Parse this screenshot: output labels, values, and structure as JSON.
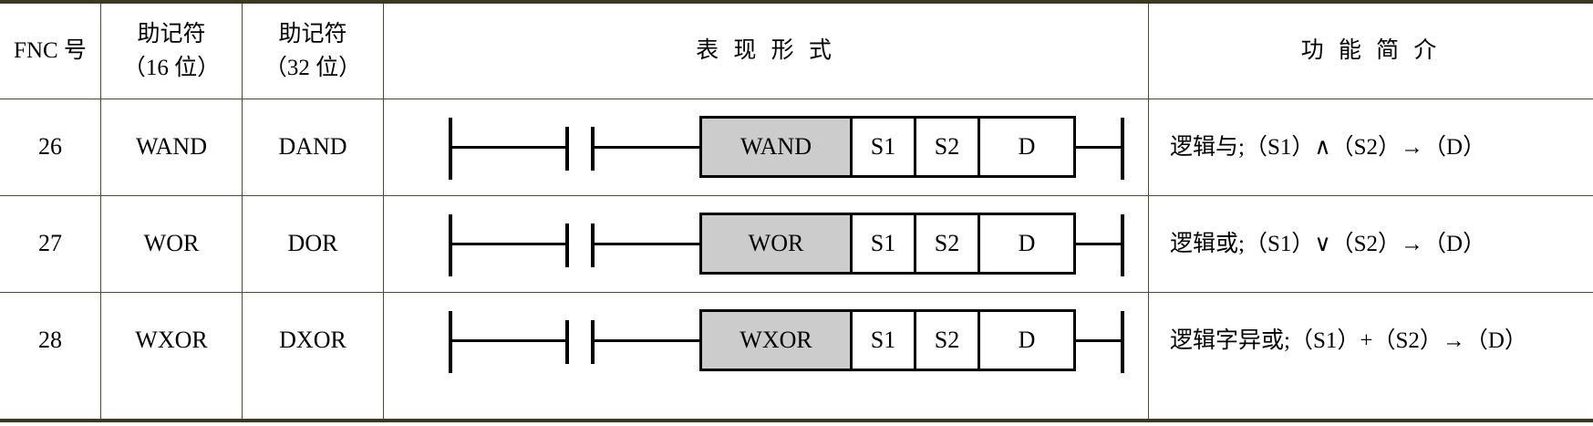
{
  "table": {
    "headers": {
      "fnc": "FNC 号",
      "mnemonic16_line1": "助记符",
      "mnemonic16_line2": "（16 位）",
      "mnemonic32_line1": "助记符",
      "mnemonic32_line2": "（32 位）",
      "representation": "表 现 形 式",
      "function": "功 能 简 介"
    },
    "rows": [
      {
        "fnc": "26",
        "mnemonic16": "WAND",
        "mnemonic32": "DAND",
        "ladder": {
          "operand_label": "WAND",
          "s1": "S1",
          "s2": "S2",
          "d": "D"
        },
        "description": "逻辑与;（S1）∧（S2）→（D）"
      },
      {
        "fnc": "27",
        "mnemonic16": "WOR",
        "mnemonic32": "DOR",
        "ladder": {
          "operand_label": "WOR",
          "s1": "S1",
          "s2": "S2",
          "d": "D"
        },
        "description": "逻辑或;（S1）∨（S2）→（D）"
      },
      {
        "fnc": "28",
        "mnemonic16": "WXOR",
        "mnemonic32": "DXOR",
        "ladder": {
          "operand_label": "WXOR",
          "s1": "S1",
          "s2": "S2",
          "d": "D"
        },
        "description": "逻辑字异或;（S1）+（S2）→（D）"
      }
    ]
  },
  "style": {
    "rule_color": "#3a3a22",
    "thin_rule_color": "#4a4a35",
    "operand_fill": "#cccccc",
    "ink": "#000000",
    "paper": "#ffffff"
  }
}
